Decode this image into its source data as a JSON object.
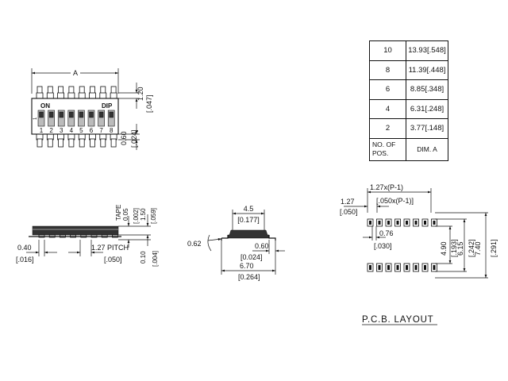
{
  "table": {
    "rows": [
      {
        "pos": "10",
        "dim": "13.93[.548]"
      },
      {
        "pos": "8",
        "dim": "11.39[.448]"
      },
      {
        "pos": "6",
        "dim": "8.85[.348]"
      },
      {
        "pos": "4",
        "dim": "6.31[.248]"
      },
      {
        "pos": "2",
        "dim": "3.77[.148]"
      }
    ],
    "header_pos_line1": "NO. OF",
    "header_pos_line2": "POS.",
    "header_dim": "DIM. A"
  },
  "top_view": {
    "dim_a": "A",
    "label_on": "ON",
    "label_dip": "DIP",
    "label_one": "1",
    "switch_numbers": [
      "1",
      "2",
      "3",
      "4",
      "5",
      "6",
      "7",
      "8"
    ],
    "dim_1_20": "1.20",
    "dim_047": "[.047]",
    "dim_0_60": "0.60",
    "dim_024": "[.024]"
  },
  "side_view": {
    "tape": "TAPE",
    "dim_0_05": "0.05",
    "dim_002": "[.002]",
    "dim_1_50": "1.50",
    "dim_059": "[.059]",
    "dim_0_40": "0.40",
    "dim_016": "[.016]",
    "dim_pitch": "1.27 PITCH",
    "dim_050": "[.050]",
    "dim_0_10": "0.10",
    "dim_004": "[.004]"
  },
  "end_view": {
    "dim_4_5": "4.5",
    "dim_177": "[0.177]",
    "dim_angle": "0.62",
    "dim_0_60": "0.60",
    "dim_024": "[0.024]",
    "dim_6_70": "6.70",
    "dim_264": "[0.264]"
  },
  "pcb": {
    "dim_pitch_p": "1.27x(P-1)",
    "dim_pitch_p_in": "[.050x(P-1)]",
    "dim_1_27": "1.27",
    "dim_050": "[.050]",
    "dim_0_76": "0.76",
    "dim_030": "[.030]",
    "dim_4_90": "4.90",
    "dim_193": "[.193]",
    "dim_6_15": "6.15",
    "dim_242": "[.242]",
    "dim_7_40": "7.40",
    "dim_291": "[.291]",
    "title": "P.C.B.  LAYOUT"
  }
}
